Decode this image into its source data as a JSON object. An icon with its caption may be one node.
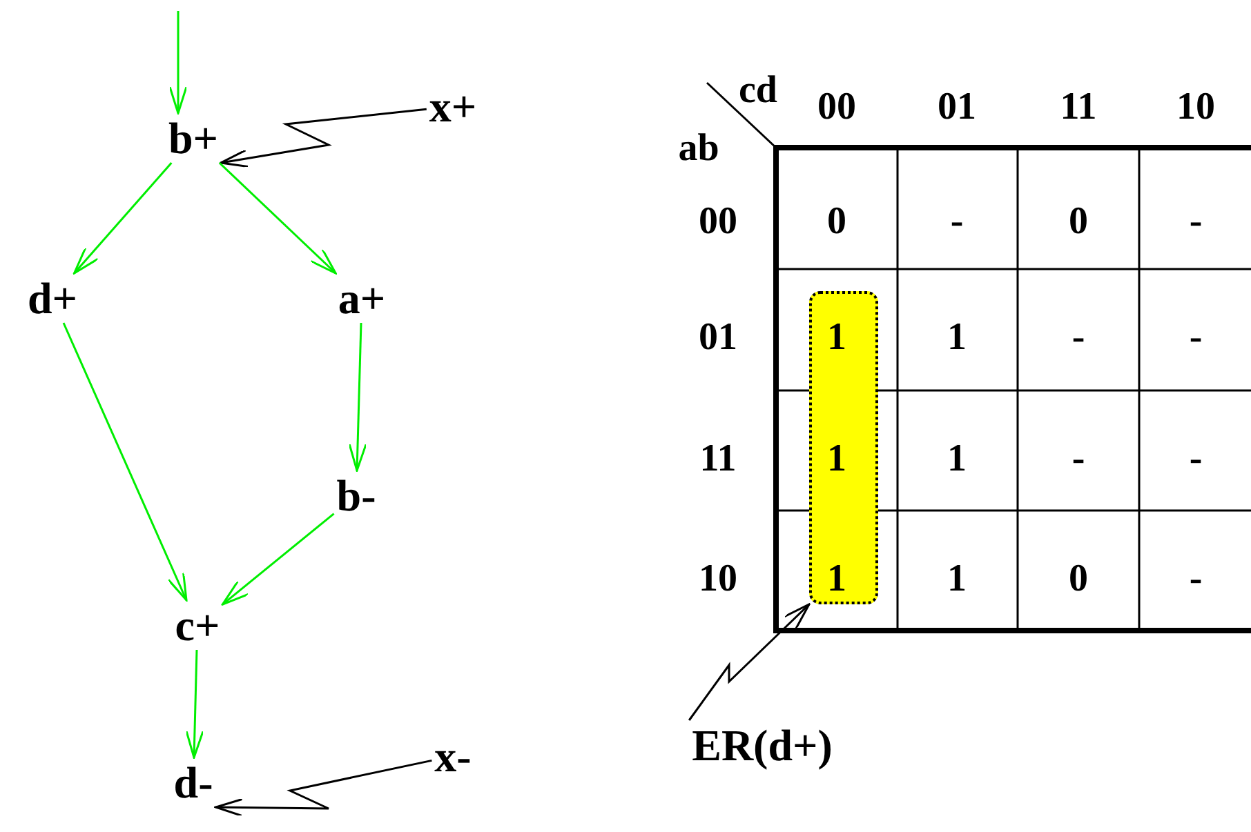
{
  "diagram": {
    "nodes": [
      {
        "text": [
          "b+"
        ]
      },
      {
        "text": [
          "x+"
        ]
      },
      {
        "text": [
          "d+"
        ]
      },
      {
        "text": [
          "a+"
        ]
      },
      {
        "text": [
          "b-"
        ]
      },
      {
        "text": [
          "c+"
        ]
      },
      {
        "text": [
          "d-"
        ]
      },
      {
        "text": [
          "x-"
        ]
      },
      {
        "text": [
          "ER(d+)"
        ]
      },
      {
        "text": [],
        "shape": "box"
      }
    ],
    "edges": [
      {
        "from": null,
        "to": 0,
        "arrow": "to"
      },
      {
        "from": 1,
        "to": 0,
        "arrow": "to",
        "color": "#000000"
      },
      {
        "from": 0,
        "to": 2,
        "arrow": "to"
      },
      {
        "from": 0,
        "to": 3,
        "arrow": "to"
      },
      {
        "from": 3,
        "to": 4,
        "arrow": "to"
      },
      {
        "from": 2,
        "to": 5,
        "arrow": "to"
      },
      {
        "from": 4,
        "to": 5,
        "arrow": "to"
      },
      {
        "from": 5,
        "to": 6,
        "arrow": "to"
      },
      {
        "from": 7,
        "to": 6,
        "arrow": "to",
        "color": "#000000"
      },
      {
        "from": 8,
        "to": 9,
        "arrow": "to",
        "color": "#000000"
      }
    ],
    "labels": [
      "cd",
      "00",
      "01",
      "11",
      "10",
      "ab",
      "00",
      "0",
      "-",
      "0",
      "-",
      "01",
      "1",
      "1",
      "-",
      "-",
      "11",
      "1",
      "1",
      "-",
      "-",
      "10",
      "1",
      "1",
      "0",
      "-"
    ]
  }
}
